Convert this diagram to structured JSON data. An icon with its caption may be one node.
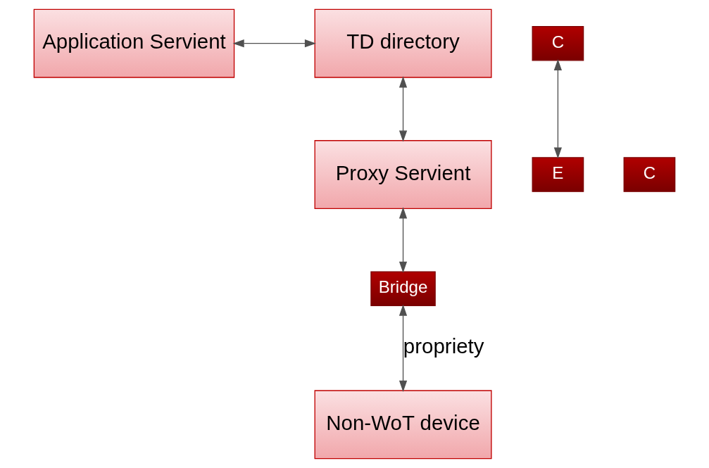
{
  "diagram": {
    "nodes": [
      {
        "text": [
          "Application Servient"
        ]
      },
      {
        "text": [
          "C"
        ]
      },
      {
        "text": [
          "TD directory"
        ]
      },
      {
        "text": [
          "E"
        ]
      },
      {
        "text": [
          "C"
        ]
      },
      {
        "text": [
          "Proxy Servient"
        ]
      },
      {
        "text": [
          "Bridge"
        ]
      },
      {
        "text": [
          "Non-WoT device"
        ]
      }
    ],
    "edges": [
      {
        "from": 0,
        "to": 2,
        "arrow": "both"
      },
      {
        "from": 1,
        "to": 3,
        "arrow": "both"
      },
      {
        "from": 2,
        "to": 5,
        "arrow": "both"
      },
      {
        "from": 5,
        "to": 6,
        "arrow": "both"
      },
      {
        "from": 6,
        "to": 7,
        "arrow": "both",
        "label": "propriety"
      }
    ]
  }
}
